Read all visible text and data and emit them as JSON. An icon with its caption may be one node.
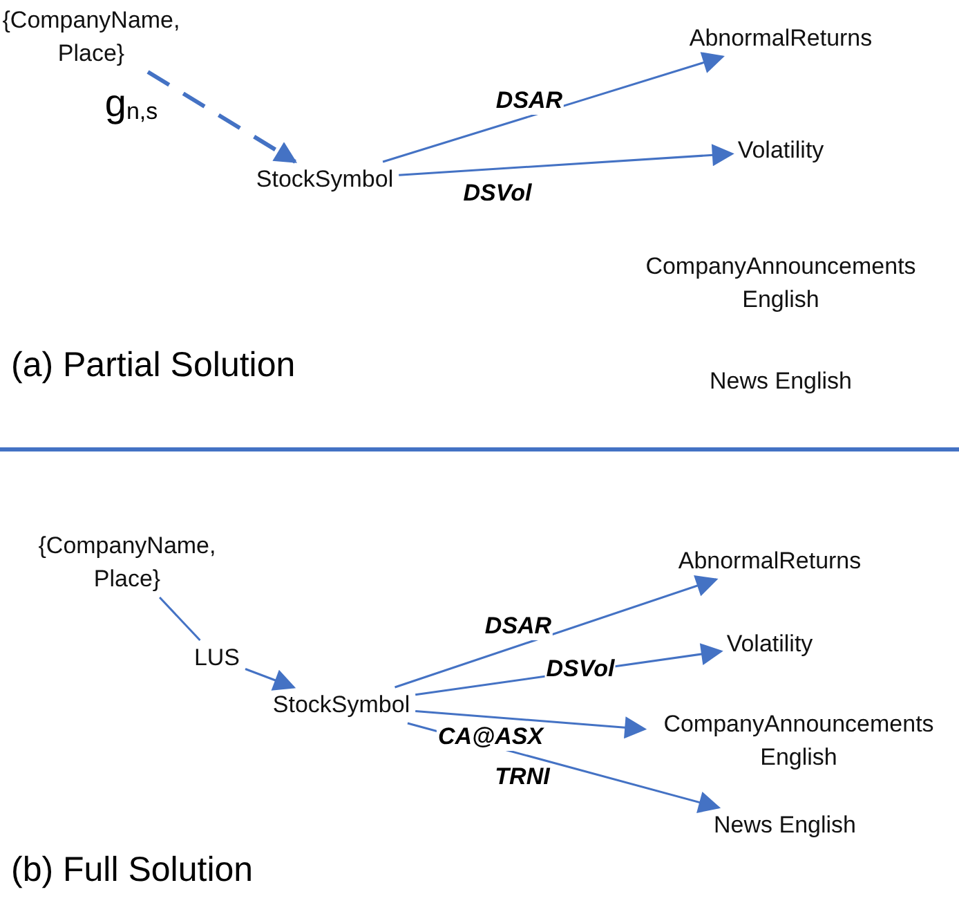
{
  "diagram": {
    "nodes": [
      {
        "text": [
          "{CompanyName, Place}"
        ]
      },
      {
        "text": [
          "StockSymbol"
        ]
      },
      {
        "text": [
          "AbnormalReturns"
        ]
      },
      {
        "text": [
          "Volatility"
        ]
      },
      {
        "text": [
          "CompanyAnnouncements English"
        ]
      },
      {
        "text": [
          "News English"
        ]
      },
      {
        "text": [
          "{CompanyName, Place}"
        ]
      },
      {
        "text": [
          "LUS"
        ]
      },
      {
        "text": [
          "StockSymbol"
        ]
      },
      {
        "text": [
          "AbnormalReturns"
        ]
      },
      {
        "text": [
          "Volatility"
        ]
      },
      {
        "text": [
          "CompanyAnnouncements English"
        ]
      },
      {
        "text": [
          "News English"
        ]
      }
    ],
    "edges": [
      {
        "from": 0,
        "to": 1,
        "arrow": "to",
        "style": "dashed",
        "label": "g$_{n,s}$"
      },
      {
        "from": 1,
        "to": 2,
        "arrow": "to",
        "label": "DSAR"
      },
      {
        "from": 1,
        "to": 3,
        "arrow": "to",
        "label": "DSVol"
      },
      {
        "from": 6,
        "to": 7,
        "arrow": "none"
      },
      {
        "from": 7,
        "to": 8,
        "arrow": "to"
      },
      {
        "from": 8,
        "to": 9,
        "arrow": "to",
        "label": "DSAR"
      },
      {
        "from": 8,
        "to": 10,
        "arrow": "to",
        "label": "DSVol"
      },
      {
        "from": 8,
        "to": 11,
        "arrow": "to",
        "label": "CA@ASX"
      },
      {
        "from": 8,
        "to": 12,
        "arrow": "to",
        "label": "TRNI"
      }
    ],
    "labels": [
      "(a) Partial Solution",
      "(b) Full Solution"
    ]
  }
}
